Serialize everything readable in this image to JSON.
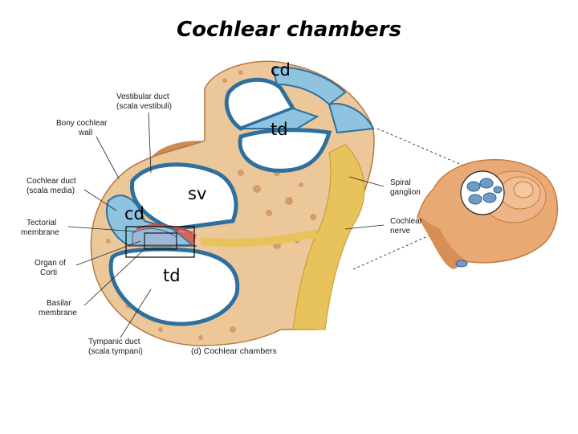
{
  "title": "Cochlear chambers",
  "labels": {
    "vestibular_duct": [
      "Vestibular duct",
      "(scala vestibuli)"
    ],
    "bony_wall": [
      "Bony cochlear",
      "wall"
    ],
    "cochlear_duct": [
      "Cochlear duct",
      "(scala media)"
    ],
    "tectorial": [
      "Tectorial",
      "membrane"
    ],
    "organ_corti": [
      "Organ of",
      "Corti"
    ],
    "basilar": [
      "Basilar",
      "membrane"
    ],
    "tympanic": [
      "Tympanic duct",
      "(scala tympani)"
    ],
    "spiral_ganglion": [
      "Spiral",
      "ganglion"
    ],
    "cochlear_nerve": [
      "Cochlear",
      "nerve"
    ]
  },
  "caption": "(d) Cochlear chambers",
  "overlays": {
    "cd_top": "cd",
    "td_top": "td",
    "sv": "sv",
    "cd_left": "cd",
    "td_bottom": "td"
  },
  "colors": {
    "bone": "#ecc79a",
    "bone_dark": "#c98c55",
    "duct_blue": "#8fc4e0",
    "duct_edge": "#2f6f9e",
    "nerve": "#e8c25a",
    "membrane_red": "#c8504a"
  }
}
